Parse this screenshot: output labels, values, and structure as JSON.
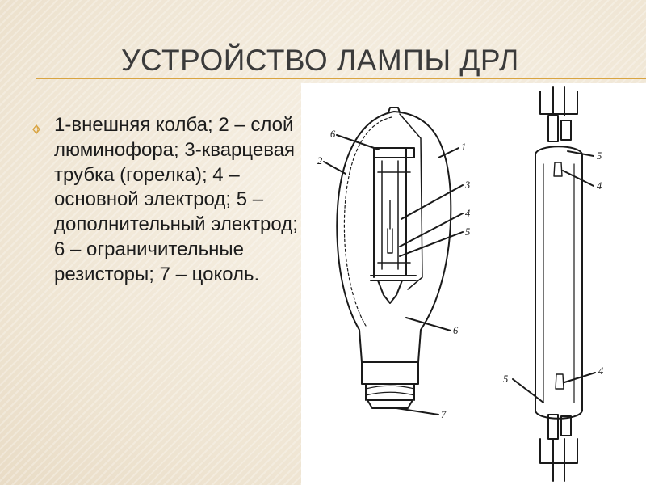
{
  "slide": {
    "title": "УСТРОЙСТВО ЛАМПЫ ДРЛ",
    "caption": "1-внешняя колба; 2 – слой люминофора; 3-кварцевая трубка (горелка); 4 – основной электрод; 5 – дополнительный электрод; 6 – ограничительные резисторы; 7 – цоколь.",
    "bullet_icon": "diamond-bullet-icon",
    "accent_color": "#d9a441"
  },
  "figure": {
    "lamp_labels": [
      "6",
      "2",
      "1",
      "3",
      "4",
      "5",
      "6",
      "7"
    ],
    "tube_labels": [
      "5",
      "4",
      "5",
      "4"
    ]
  }
}
